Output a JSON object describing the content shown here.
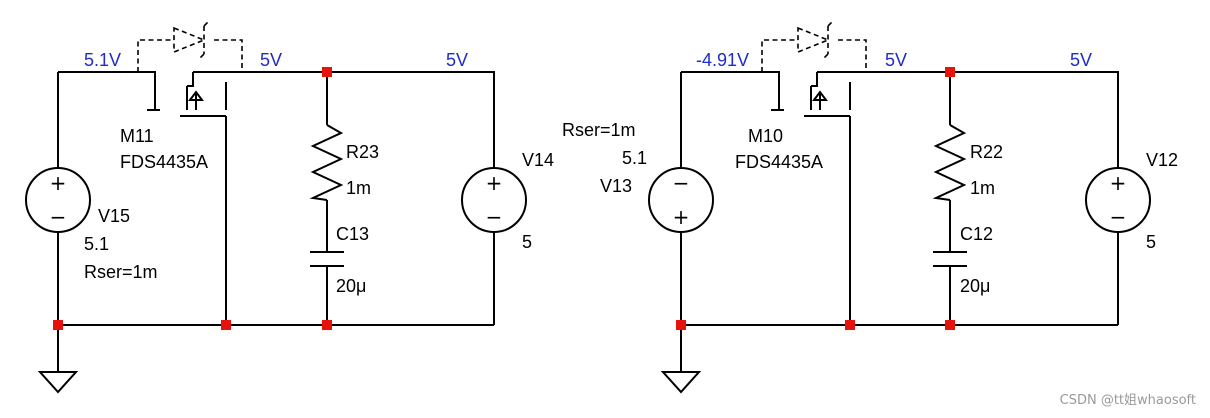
{
  "colors": {
    "wire": "#000000",
    "net_label": "#1f2bcc",
    "junction": "#e8120c",
    "watermark": "#9a9a9a"
  },
  "left_circuit": {
    "net_source": "5.1V",
    "net_mid": "5V",
    "net_right": "5V",
    "mosfet_ref": "M11",
    "mosfet_model": "FDS4435A",
    "resistor_ref": "R23",
    "resistor_value": "1m",
    "capacitor_ref": "C13",
    "capacitor_value": "20μ",
    "source_ref": "V15",
    "source_value": "5.1",
    "source_rser": "Rser=1m",
    "load_source_ref": "V14",
    "load_source_value": "5"
  },
  "right_circuit": {
    "net_source": "-4.91V",
    "net_mid": "5V",
    "net_right": "5V",
    "mosfet_ref": "M10",
    "mosfet_model": "FDS4435A",
    "resistor_ref": "R22",
    "resistor_value": "1m",
    "capacitor_ref": "C12",
    "capacitor_value": "20μ",
    "source_ref": "V13",
    "source_value": "5.1",
    "source_rser": "Rser=1m",
    "load_source_ref": "V12",
    "load_source_value": "5"
  },
  "icons": {
    "plus_sign": "+",
    "minus_sign": "−"
  },
  "watermark": "CSDN @tt姐whaosoft"
}
